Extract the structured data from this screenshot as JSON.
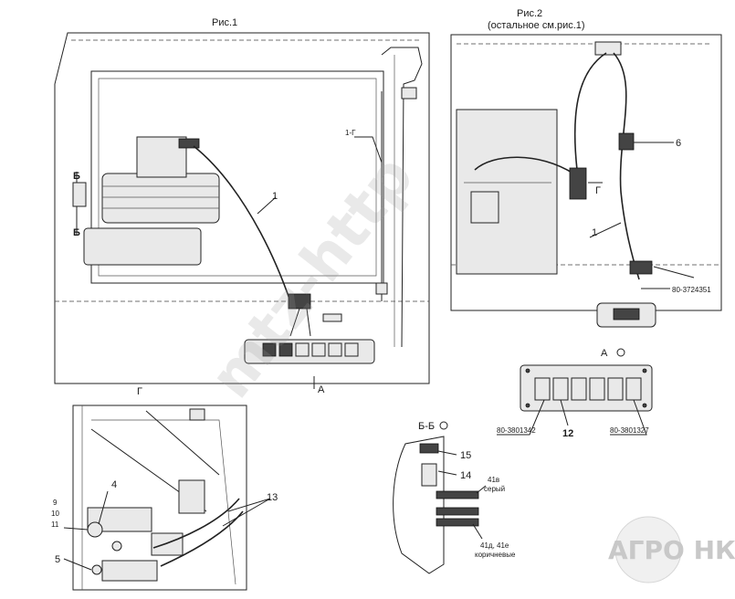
{
  "figures": {
    "fig1_title": "Рис.1",
    "fig2_title": "Рис.2",
    "fig2_subtitle": "(остальное см.рис.1)",
    "view_a": "А",
    "view_g": "Г",
    "section_bb": "Б-Б"
  },
  "callouts": {
    "c1": "1",
    "c1_fig2": "1",
    "c4": "4",
    "c5": "5",
    "c6": "6",
    "c9": "9",
    "c10": "10",
    "c11": "11",
    "c12": "12",
    "c13": "13",
    "c14": "14",
    "c15": "15",
    "b_upper": "Б",
    "b_lower": "Б",
    "view_a_arrow": "А",
    "g_arrow": "Г",
    "one_g": "1-Г"
  },
  "part_numbers": {
    "pn_3724351": "80-3724351",
    "pn_3801342": "80-3801342",
    "pn_3801327": "80-3801327"
  },
  "wire_notes": {
    "w41v": "41в",
    "w41v_color": "серый",
    "w41d": "41д, 41е",
    "w41d_color": "коричневые"
  },
  "watermark": {
    "text": "mtz-http",
    "logo": "АГРО НКА"
  }
}
